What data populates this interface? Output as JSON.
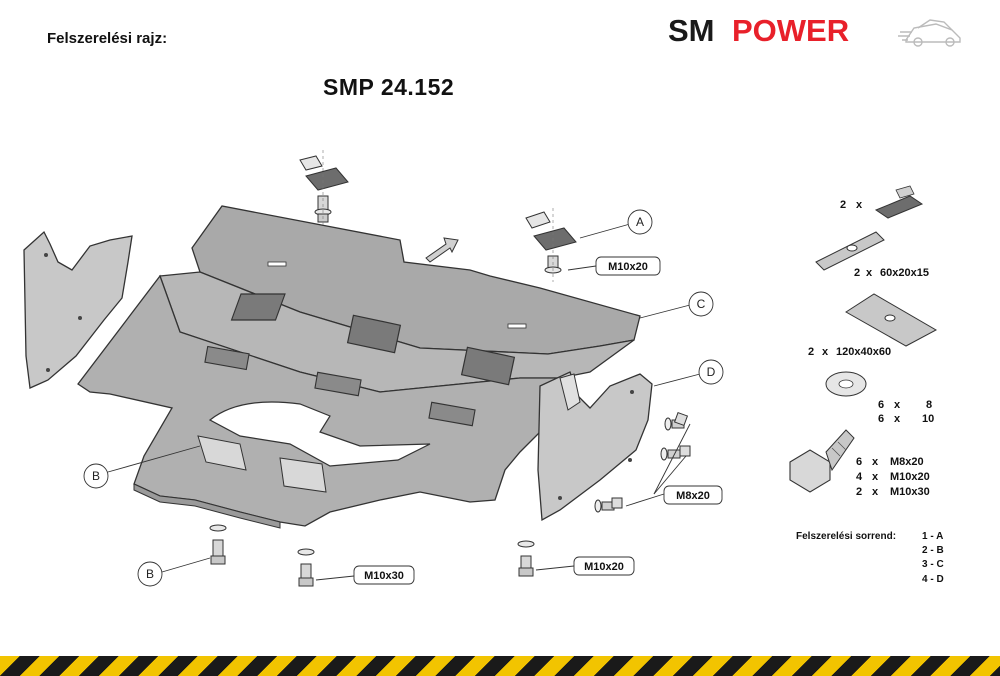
{
  "header": {
    "title": "Felszerelési rajz:",
    "part_number": "SMP 24.152"
  },
  "logo": {
    "part1": "SM",
    "part2": "POWER",
    "accent_color": "#e8202a"
  },
  "callouts": {
    "A": "A",
    "B": "B",
    "C": "C",
    "D": "D"
  },
  "bolt_labels": {
    "m10x20_top": "M10x20",
    "m8x20": "M8x20",
    "m10x30": "M10x30",
    "m10x20_bottom": "M10x20"
  },
  "legend": [
    {
      "qty": "2",
      "x": "x",
      "spec": ""
    },
    {
      "qty": "2",
      "x": "x",
      "spec": "60x20x15"
    },
    {
      "qty": "2",
      "x": "x",
      "spec": "120x40x60"
    },
    {
      "qty": "6",
      "x": "x",
      "spec": "8"
    },
    {
      "qty": "6",
      "x": "x",
      "spec": "10"
    },
    {
      "qty": "6",
      "x": "x",
      "spec": "M8x20"
    },
    {
      "qty": "4",
      "x": "x",
      "spec": "M10x20"
    },
    {
      "qty": "2",
      "x": "x",
      "spec": "M10x30"
    }
  ],
  "install_order": {
    "title": "Felszerelési sorrend:",
    "steps": [
      "1 - A",
      "2 - B",
      "3 - C",
      "4 - D"
    ]
  }
}
